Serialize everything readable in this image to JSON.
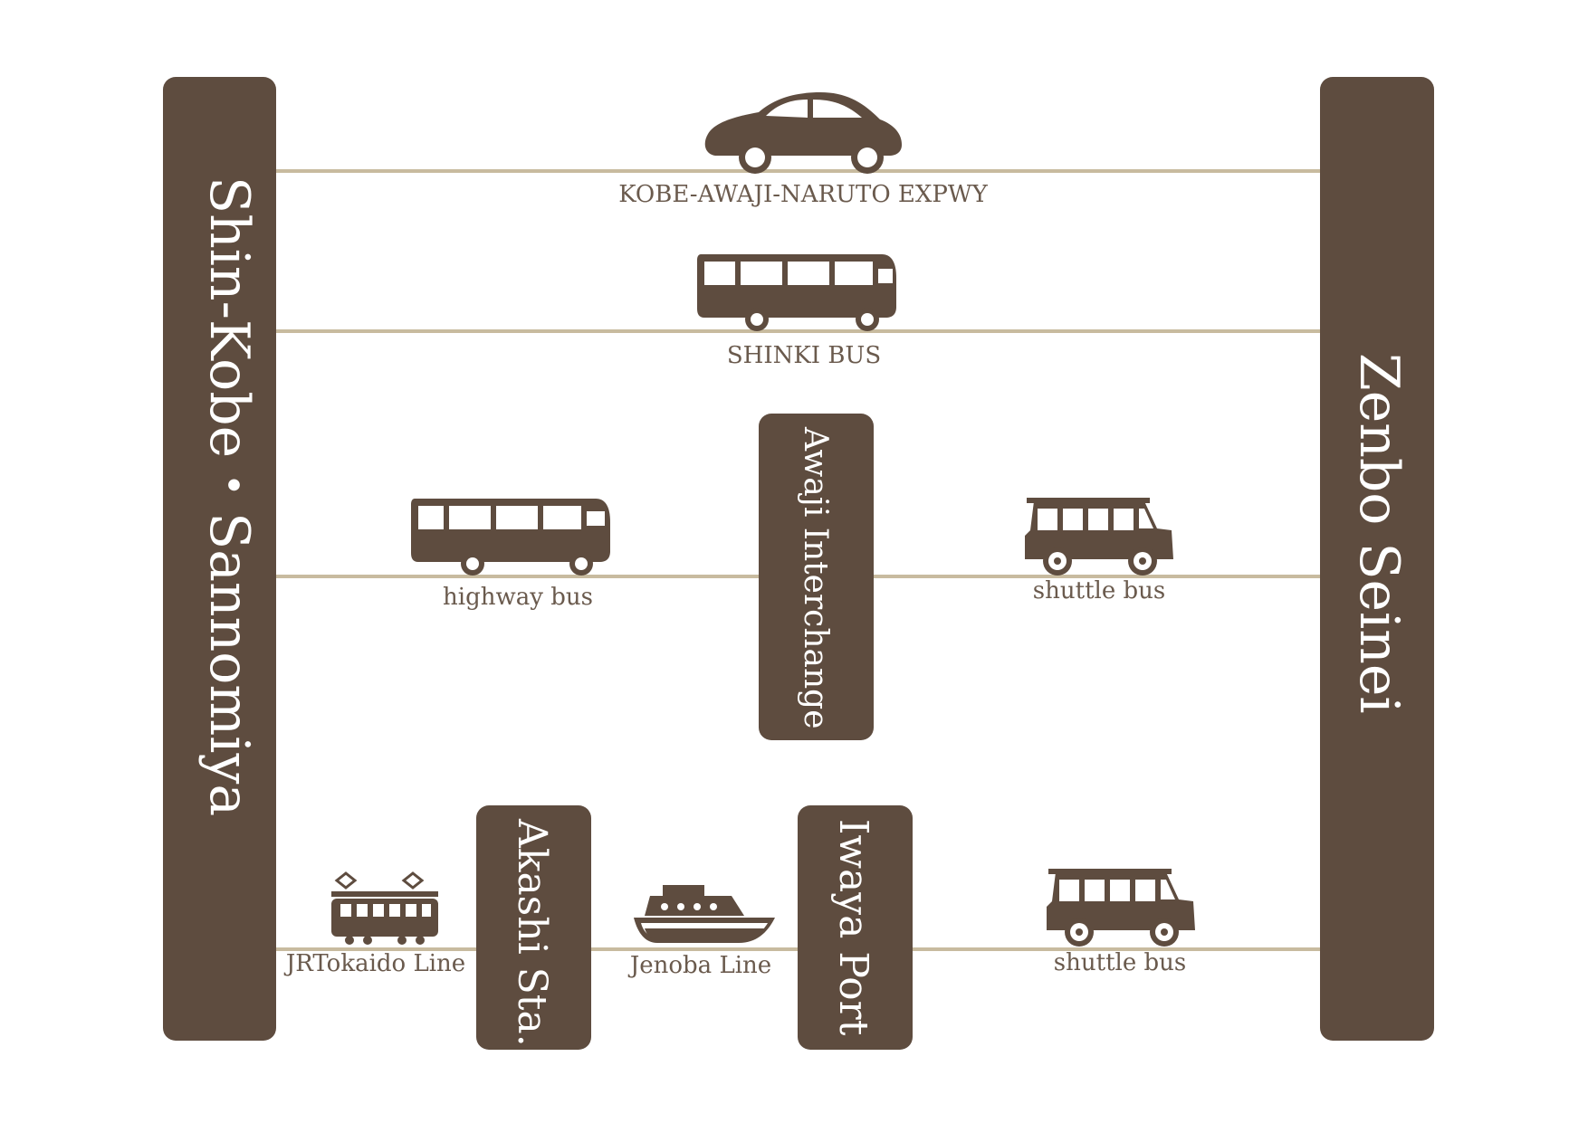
{
  "stations": {
    "left": "Shin-Kobe・Sannomiya",
    "right": "Zenbo Seinei",
    "awaji_ic": "Awaji Interchange",
    "akashi": "Akashi Sta.",
    "iwaya": "Iwaya Port"
  },
  "routes": {
    "expressway": "KOBE-AWAJI-NARUTO EXPWY",
    "shinki_bus": "SHINKI BUS",
    "highway_bus": "highway bus",
    "shuttle_bus_1": "shuttle bus",
    "jr_line": "JRTokaido Line",
    "jenoba_line": "Jenoba Line",
    "shuttle_bus_2": "shuttle bus"
  },
  "icons": [
    "car-icon",
    "bus-icon",
    "bus-icon",
    "shuttle-bus-icon",
    "train-icon",
    "ferry-icon",
    "shuttle-bus-icon"
  ],
  "colors": {
    "bar": "#5e4c3f",
    "line": "#c8bb9f",
    "label": "#6a5a4d",
    "icon": "#5e4c3f"
  }
}
